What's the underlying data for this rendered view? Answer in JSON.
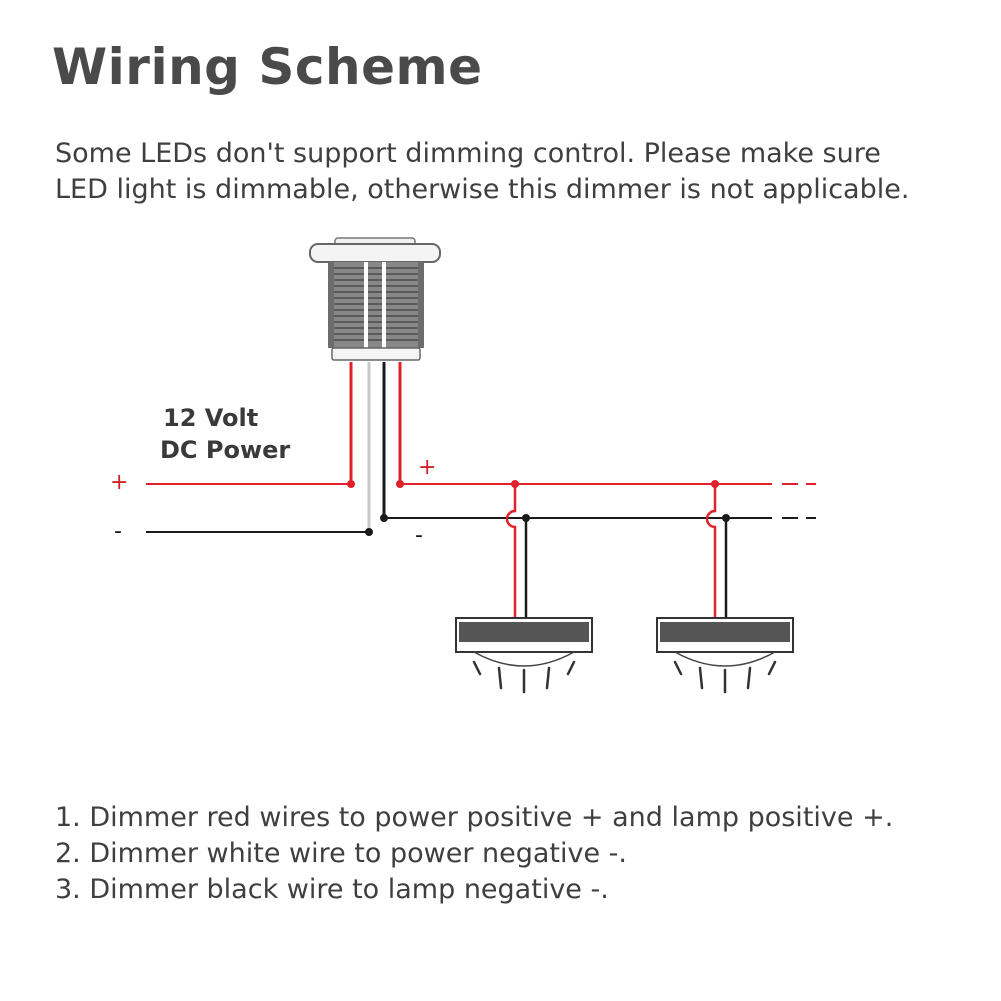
{
  "title": "Wiring Scheme",
  "intro": [
    "Some LEDs don't support dimming control. Please make sure",
    "LED light is dimmable, otherwise this dimmer is not applicable."
  ],
  "diagram": {
    "power_label_line1": "12 Volt",
    "power_label_line2": "DC Power",
    "power_plus": "+",
    "power_minus": "-",
    "lamp_plus": "+",
    "lamp_minus": "-",
    "colors": {
      "positive_wire": "#e0202a",
      "negative_wire": "#1a1a1a",
      "white_wire": "#c8c8c8",
      "label_red": "#d0202a"
    }
  },
  "notes": [
    "1. Dimmer red wires to power positive + and lamp positive +.",
    "2. Dimmer white wire to power negative -.",
    "3. Dimmer black wire to lamp negative -."
  ]
}
